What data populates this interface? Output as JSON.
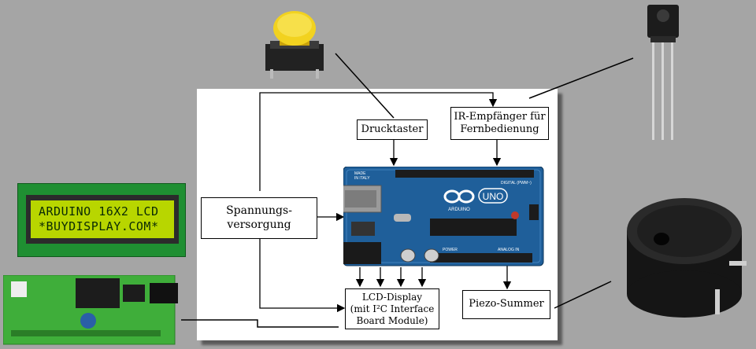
{
  "diagram": {
    "arduino_label": "Arduino Uno",
    "lcd_module_lines": [
      "ARDUINO 16X2 LCD",
      "*BUYDISPLAY.COM*"
    ],
    "nodes": {
      "power": "Spannungs-\nversorgung",
      "button": "Drucktaster",
      "ir": "IR-Empfänger  für\nFernbedienung",
      "lcd": "LCD-Display\n(mit I²C Interface\nBoard Module)",
      "piezo": "Piezo-Summer"
    },
    "board": {
      "brand": "ARDUINO",
      "model": "UNO",
      "made_in": "MADE\nIN ITALY",
      "digital": "DIGITAL (PWM~)",
      "analog": "ANALOG IN",
      "power": "POWER"
    }
  },
  "colors": {
    "background": "#a5a5a5",
    "board_blue": "#1f5f9a",
    "lcd_green": "#b8d600",
    "pcb_green": "#3fae3a",
    "button_yellow": "#f2d21f",
    "buzzer": "#1b1b1b"
  }
}
